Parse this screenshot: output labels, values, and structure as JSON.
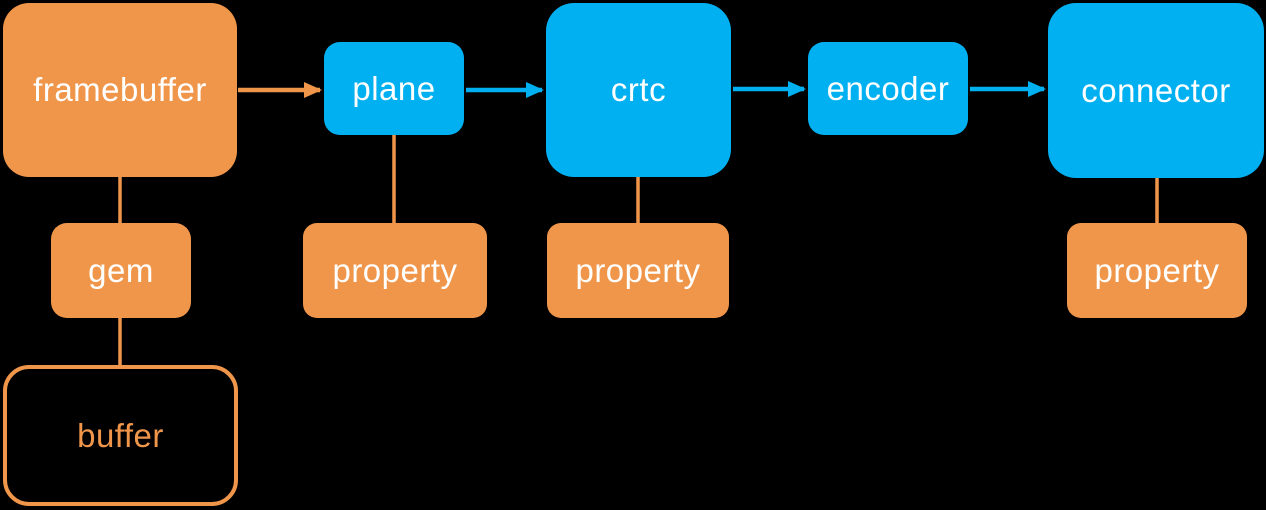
{
  "colors": {
    "orange": "#F0964B",
    "blue": "#00B0F0",
    "label_text": "#FFFFFF",
    "background": "#000000"
  },
  "nodes": {
    "framebuffer": {
      "label": "framebuffer"
    },
    "plane": {
      "label": "plane"
    },
    "crtc": {
      "label": "crtc"
    },
    "encoder": {
      "label": "encoder"
    },
    "connector": {
      "label": "connector"
    },
    "gem": {
      "label": "gem"
    },
    "buffer": {
      "label": "buffer"
    },
    "plane_property": {
      "label": "property"
    },
    "crtc_property": {
      "label": "property"
    },
    "connector_property": {
      "label": "property"
    }
  }
}
